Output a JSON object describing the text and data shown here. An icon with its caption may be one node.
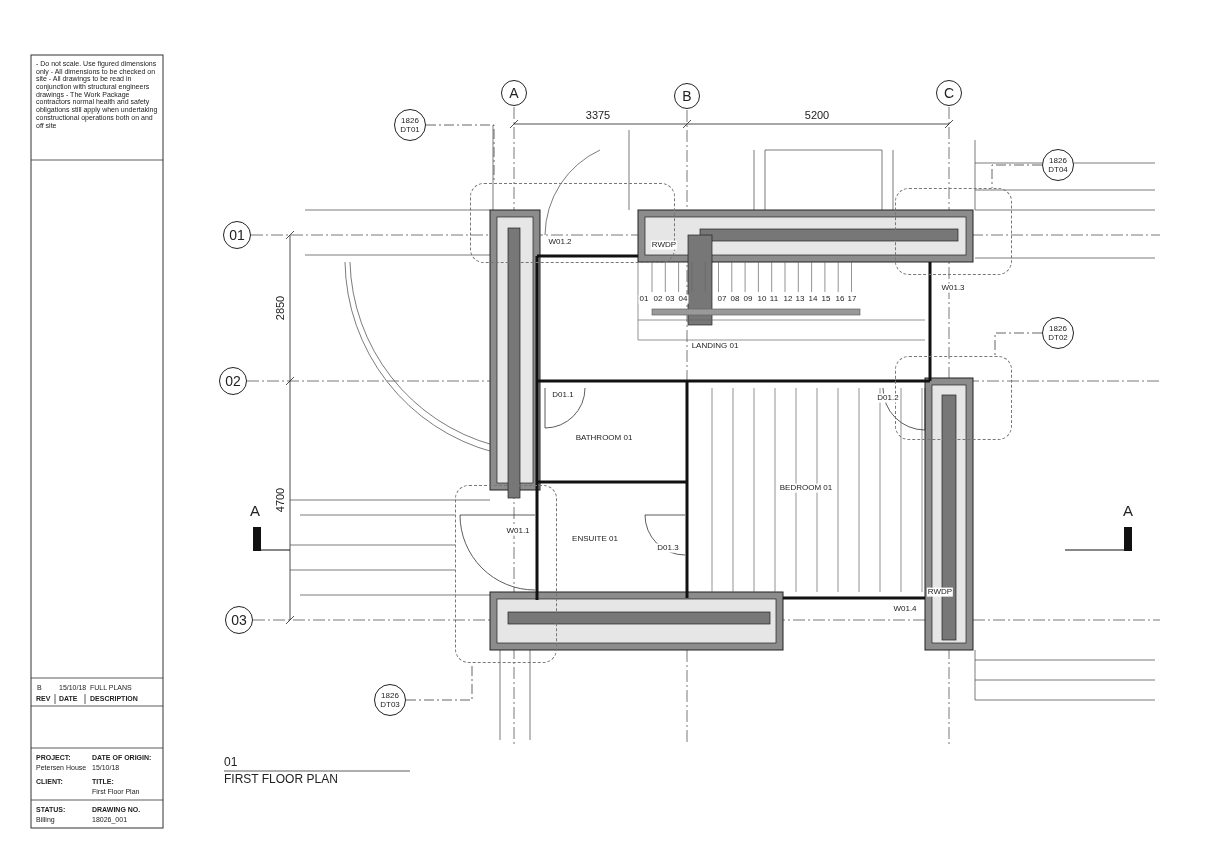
{
  "diagram": {
    "nodes": [
      {
        "text": [
          "LANDING 01"
        ]
      },
      {
        "text": [
          "BATHROOM 01"
        ]
      },
      {
        "text": [
          "BEDROOM 01"
        ]
      },
      {
        "text": [
          "ENSUITE 01"
        ]
      },
      {
        "text": [
          "A"
        ]
      },
      {
        "text": [
          "B"
        ]
      },
      {
        "text": [
          "C"
        ]
      },
      {
        "text": [
          "01"
        ]
      },
      {
        "text": [
          "02"
        ]
      },
      {
        "text": [
          "03"
        ]
      },
      {
        "text": [
          "1826 DT01"
        ]
      },
      {
        "text": [],
        "shape": "box"
      },
      {
        "text": [
          "1826 DT04"
        ]
      },
      {
        "text": [],
        "shape": "box"
      },
      {
        "text": [
          "1826 DT02"
        ]
      },
      {
        "text": [],
        "shape": "box"
      },
      {
        "text": [
          "1826 DT03"
        ]
      },
      {
        "text": [],
        "shape": "box"
      }
    ],
    "edges": [
      {
        "from": 10,
        "to": 11,
        "arrow": "none",
        "style": "dashed"
      },
      {
        "from": 12,
        "to": 13,
        "arrow": "none",
        "style": "dashed"
      },
      {
        "from": 14,
        "to": 15,
        "arrow": "none",
        "style": "dashed"
      },
      {
        "from": 16,
        "to": 17,
        "arrow": "none",
        "style": "dashed"
      }
    ],
    "labels": [
      "- Do not scale. Use figured dimensions only - All dimensions to be checked on site - All drawings to be read in conjunction with structural engineers drawings - The Work Package contractors normal health and safety obligations still apply when undertaking constructional operations both on and off site",
      "3375",
      "5200",
      "W01.2",
      "RWDP",
      "01",
      "02",
      "03",
      "04",
      "07",
      "08",
      "09",
      "10",
      "11",
      "12",
      "13",
      "14",
      "15",
      "16",
      "17",
      "W01.3",
      "2850",
      "D01.1",
      "D01.2",
      "4700",
      "A",
      "A",
      "W01.1",
      "D01.3",
      "RWDP",
      "W01.4",
      "B",
      "15/10/18",
      "FULL PLANS",
      "REV",
      "DATE",
      "DESCRIPTION",
      "PROJECT:",
      "DATE OF ORIGIN:",
      "Petersen House",
      "15/10/18",
      "CLIENT:",
      "TITLE:",
      "First Floor Plan",
      "STATUS:",
      "DRAWING NO.",
      "Billing",
      "18026_001",
      "01",
      "FIRST FLOOR PLAN"
    ]
  }
}
